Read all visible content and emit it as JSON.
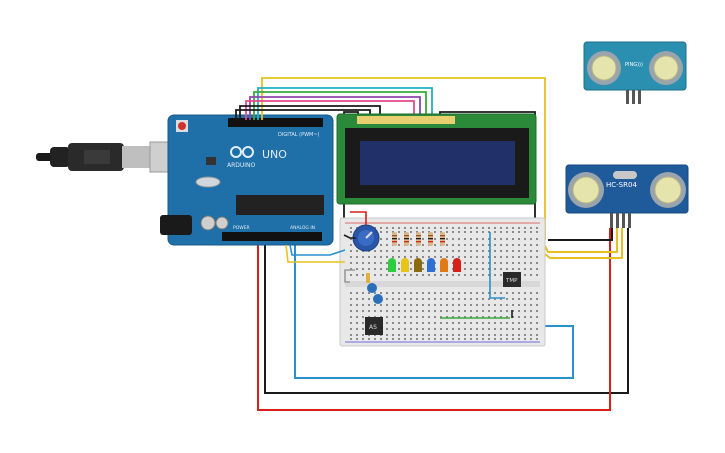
{
  "scene": "circuit-editor",
  "components": {
    "arduino": {
      "brand": "ARDUINO",
      "model": "UNO",
      "digital_label": "DIGITAL (PWM~)",
      "power_label": "POWER",
      "analog_label": "ANALOG IN"
    },
    "lcd": {
      "type": "16x2 LCD"
    },
    "ping_sensor": {
      "brand_label": "PING)))"
    },
    "hcsr04": {
      "label": "HC-SR04"
    },
    "temp_sensor": {
      "label": "TMP"
    },
    "motion_sensor": {
      "label": "AS"
    },
    "led_colors": [
      "#2ecc40",
      "#e6c419",
      "#8b6b12",
      "#2f6fd6",
      "#e07a16",
      "#d8201a"
    ]
  },
  "wire_colors": {
    "black": "#1a1a1a",
    "red": "#d8201a",
    "yellow": "#e8c020",
    "blue": "#2a8fd0",
    "green": "#3aa83a",
    "purple": "#8e44ad",
    "pink": "#e04a8a",
    "cyan": "#20b0c0",
    "orange": "#e08020"
  }
}
